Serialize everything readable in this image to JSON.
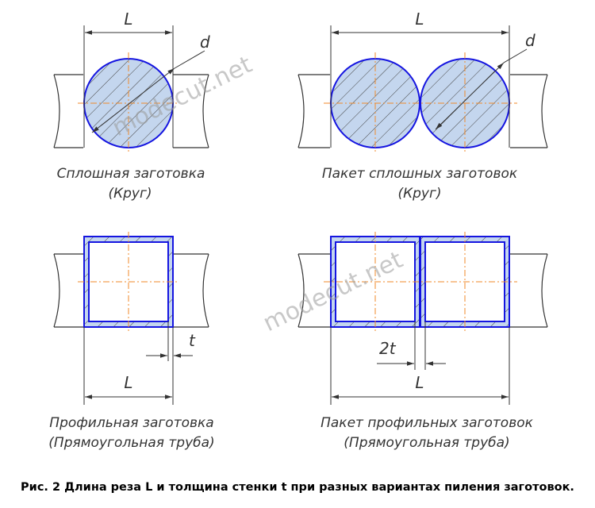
{
  "panels": {
    "solid_single": {
      "caption_line1": "Сплошная заготовка",
      "caption_line2": "(Круг)",
      "dim_length": "L",
      "dim_diameter": "d"
    },
    "solid_pack": {
      "caption_line1": "Пакет сплошных заготовок",
      "caption_line2": "(Круг)",
      "dim_length": "L",
      "dim_diameter": "d"
    },
    "profile_single": {
      "caption_line1": "Профильная заготовка",
      "caption_line2": "(Прямоугольная труба)",
      "dim_length": "L",
      "dim_thickness": "t"
    },
    "profile_pack": {
      "caption_line1": "Пакет профильных заготовок",
      "caption_line2": "(Прямоугольная труба)",
      "dim_length": "L",
      "dim_thickness": "2t"
    }
  },
  "watermark": "modecut.net",
  "figure_caption": "Рис. 2 Длина реза L и толщина стенки t при разных вариантах пиления заготовок.",
  "colors": {
    "outline": "#1515e0",
    "fill": "#c4d6ee",
    "centerline": "#f08a2a",
    "line": "#333333",
    "hatch": "#444444"
  }
}
